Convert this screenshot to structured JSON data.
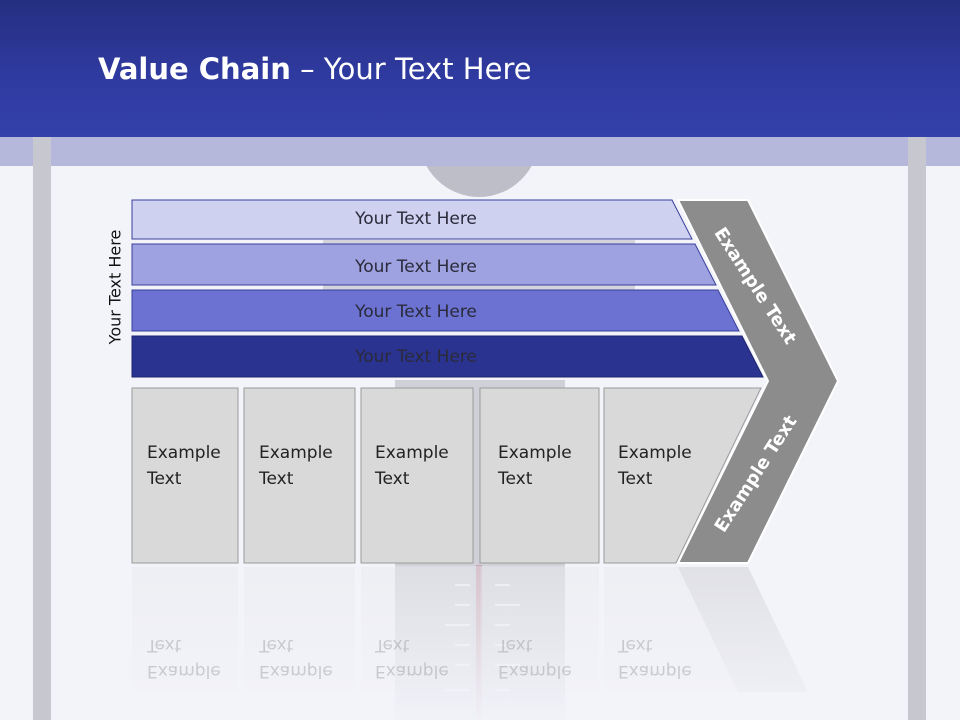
{
  "title": {
    "bold": "Value Chain",
    "rest": " – Your Text Here"
  },
  "side_label": "Your Text Here",
  "rows": [
    {
      "label": "Your Text Here",
      "color": "#cfd1f0"
    },
    {
      "label": "Your Text Here",
      "color": "#9ea2e0"
    },
    {
      "label": "Your Text Here",
      "color": "#6b72d1"
    },
    {
      "label": "Your Text Here",
      "color": "#2b3390"
    }
  ],
  "boxes": [
    {
      "line1": "Example",
      "line2": "Text"
    },
    {
      "line1": "Example",
      "line2": "Text"
    },
    {
      "line1": "Example",
      "line2": "Text"
    },
    {
      "line1": "Example",
      "line2": "Text"
    },
    {
      "line1": "Example",
      "line2": "Text"
    }
  ],
  "chevron": {
    "top_text": "Example Text",
    "bottom_text": "Example Text",
    "color": "#8c8c8c"
  },
  "colors": {
    "header": "#2f3aa0",
    "band": "#b5b8da",
    "box_fill": "#d9d9d9"
  }
}
